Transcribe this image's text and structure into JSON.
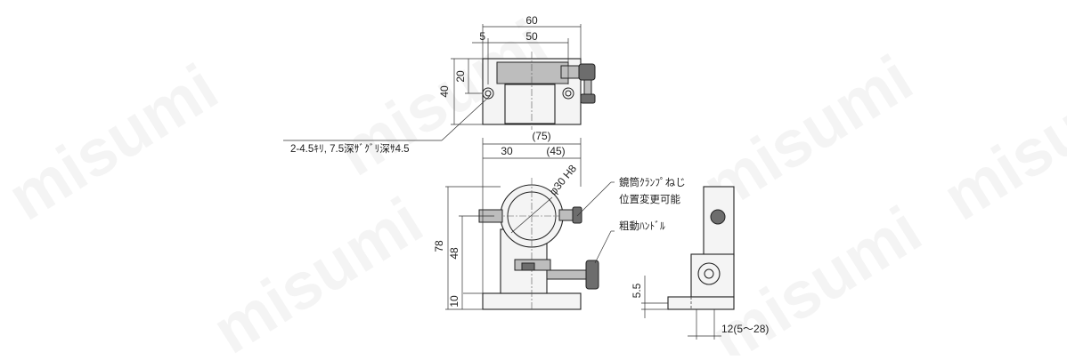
{
  "watermark": {
    "text": "misumi"
  },
  "top_view": {
    "dim_overall_width": "60",
    "dim_hole_pitch": "50",
    "dim_edge_offset": "5",
    "dim_height_total": "40",
    "dim_height_partial": "20"
  },
  "front_view": {
    "dim_overall": "(75)",
    "dim_left": "30",
    "dim_right": "(45)",
    "dim_bore": "φ30 H8",
    "dim_height_total": "78",
    "dim_axis_height": "48",
    "dim_base_height": "10"
  },
  "side_view": {
    "dim_step": "5.5",
    "dim_range": "12(5〜28)"
  },
  "callouts": {
    "holes": "2-4.5ｷﾘ, 7.5深ｻﾞｸﾞﾘ深ｻ4.5",
    "clamp_line1": "鏡筒ｸﾗﾝﾌﾟねじ",
    "clamp_line2": "位置変更可能",
    "coarse_handle": "粗動ﾊﾝﾄﾞﾙ"
  }
}
